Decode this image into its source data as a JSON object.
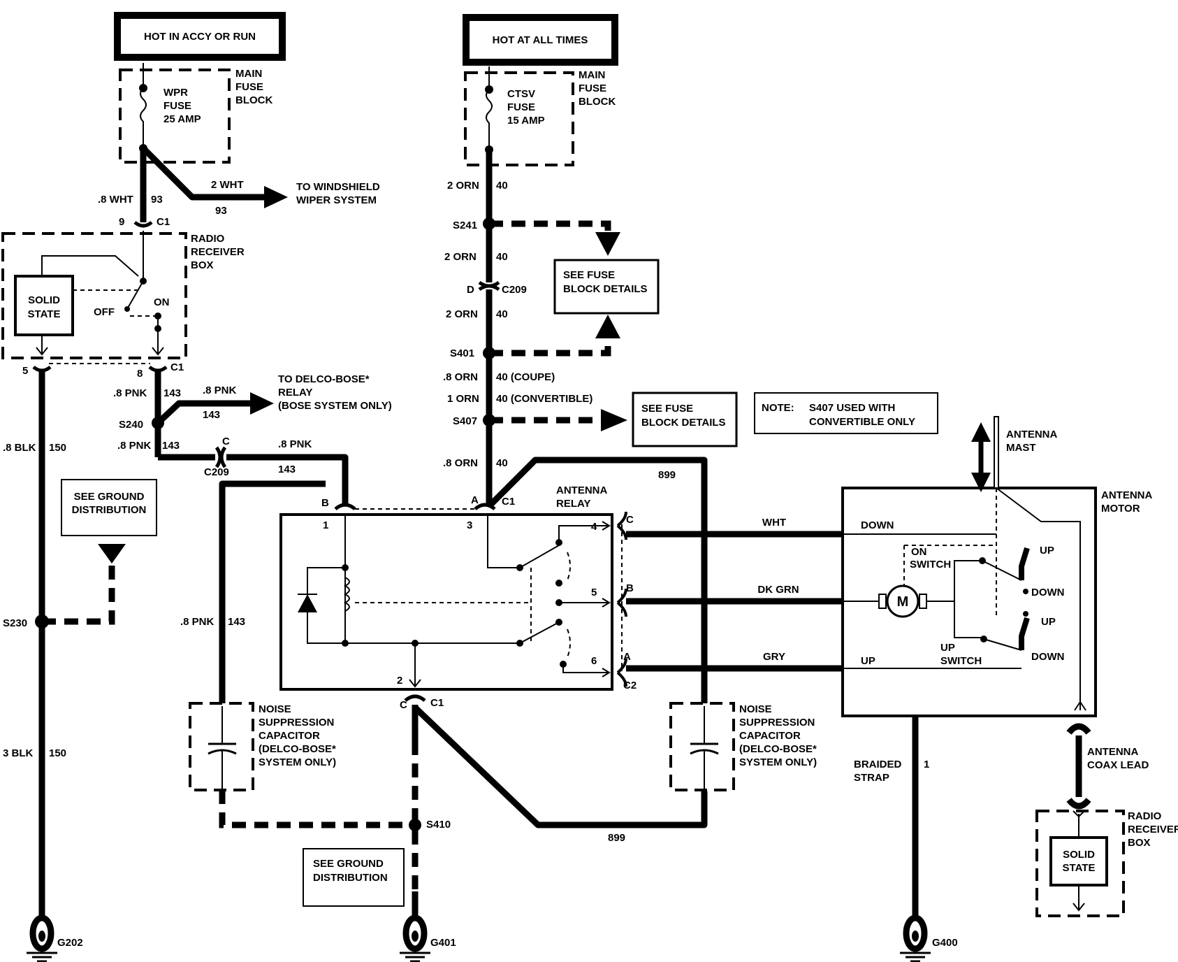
{
  "power": {
    "accy_run": "HOT IN ACCY OR RUN",
    "all_times": "HOT AT ALL TIMES"
  },
  "fuse_left": {
    "line1": "WPR",
    "line2": "FUSE",
    "line3": "25 AMP"
  },
  "fuse_right": {
    "line1": "CTSV",
    "line2": "FUSE",
    "line3": "15 AMP"
  },
  "main_fuse_block": {
    "line1": "MAIN",
    "line2": "FUSE",
    "line3": "BLOCK"
  },
  "wiper": {
    "wire_left": ".8 WHT",
    "circuit_left": "93",
    "wire_right": "2 WHT",
    "circuit_right": "93",
    "dest_line1": "TO WINDSHIELD",
    "dest_line2": "WIPER SYSTEM"
  },
  "radio_box": {
    "line1": "RADIO",
    "line2": "RECEIVER",
    "line3": "BOX",
    "solid_state_1": "SOLID",
    "solid_state_2": "STATE",
    "off": "OFF",
    "on": "ON",
    "pin9": "9",
    "c1_top": "C1",
    "pin5": "5",
    "pin8": "8",
    "c1_bottom": "C1"
  },
  "pink_branch": {
    "wire": ".8 PNK",
    "circuit": "143",
    "splice": "S240",
    "branch_wire": ".8 PNK",
    "branch_circuit": "143",
    "dest_line1": "TO DELCO-BOSE*",
    "dest_line2": "RELAY",
    "dest_line3": "(BOSE SYSTEM ONLY)",
    "wire2": ".8 PNK",
    "circuit2": "143",
    "c209_pin": "C",
    "c209": "C209",
    "after_wire": ".8 PNK",
    "after_circuit": "143",
    "cap_wire": ".8 PNK",
    "cap_circuit": "143"
  },
  "ground_left": {
    "wire1": ".8 BLK",
    "circuit1": "150",
    "splice": "S230",
    "see_1": "SEE GROUND",
    "see_2": "DISTRIBUTION",
    "wire2": "3 BLK",
    "circuit2": "150",
    "ground": "G202"
  },
  "orange": {
    "w1": "2 ORN",
    "c1": "40",
    "s241": "S241",
    "w2": "2 ORN",
    "c2": "40",
    "pin_d": "D",
    "c209": "C209",
    "w3": "2 ORN",
    "c3": "40",
    "s401": "S401",
    "w4": ".8  ORN",
    "c4": "40 (COUPE)",
    "w5": "1 ORN",
    "c5": "40 (CONVERTIBLE)",
    "s407": "S407",
    "w6": ".8  ORN",
    "c6": "40"
  },
  "see_fuse_top": {
    "line1": "SEE FUSE",
    "line2": "BLOCK DETAILS"
  },
  "see_fuse_mid": {
    "line1": "SEE FUSE",
    "line2": "BLOCK DETAILS"
  },
  "note": {
    "label": "NOTE:",
    "line1": "S407 USED WITH",
    "line2": "CONVERTIBLE ONLY"
  },
  "relay": {
    "title1": "ANTENNA",
    "title2": "RELAY",
    "pin_b": "B",
    "pin_a": "A",
    "c1": "C1",
    "p1": "1",
    "p3": "3",
    "p4": "4",
    "p5": "5",
    "p6": "6",
    "p2": "2",
    "pc": "C",
    "pc1": "C1",
    "conn_c": "C",
    "conn_b": "B",
    "conn_a": "A",
    "conn_c2": "C2",
    "c899": "899"
  },
  "motor_wires": {
    "wht": "WHT",
    "dkgrn": "DK GRN",
    "gry": "GRY"
  },
  "motor": {
    "title1": "ANTENNA",
    "title2": "MOTOR",
    "mast1": "ANTENNA",
    "mast2": "MAST",
    "down": "DOWN",
    "up": "UP",
    "on_sw1": "ON",
    "on_sw2": "SWITCH",
    "up_sw1": "UP",
    "up_sw2": "SWITCH",
    "sw_up1": "UP",
    "sw_down1": "DOWN",
    "sw_up2": "UP",
    "sw_down2": "DOWN",
    "m": "M"
  },
  "cap_left": {
    "line1": "NOISE",
    "line2": "SUPPRESSION",
    "line3": "CAPACITOR",
    "line4": "(DELCO-BOSE*",
    "line5": "SYSTEM ONLY)"
  },
  "cap_right": {
    "line1": "NOISE",
    "line2": "SUPPRESSION",
    "line3": "CAPACITOR",
    "line4": "(DELCO-BOSE*",
    "line5": "SYSTEM ONLY)"
  },
  "ground_mid": {
    "splice": "S410",
    "see_1": "SEE GROUND",
    "see_2": "DISTRIBUTION",
    "ground": "G401",
    "c899": "899"
  },
  "ground_right": {
    "strap1": "BRAIDED",
    "strap2": "STRAP",
    "circuit": "1",
    "ground": "G400"
  },
  "coax": {
    "line1": "ANTENNA",
    "line2": "COAX LEAD"
  },
  "radio_box2": {
    "line1": "RADIO",
    "line2": "RECEIVER",
    "line3": "BOX",
    "solid1": "SOLID",
    "solid2": "STATE"
  }
}
